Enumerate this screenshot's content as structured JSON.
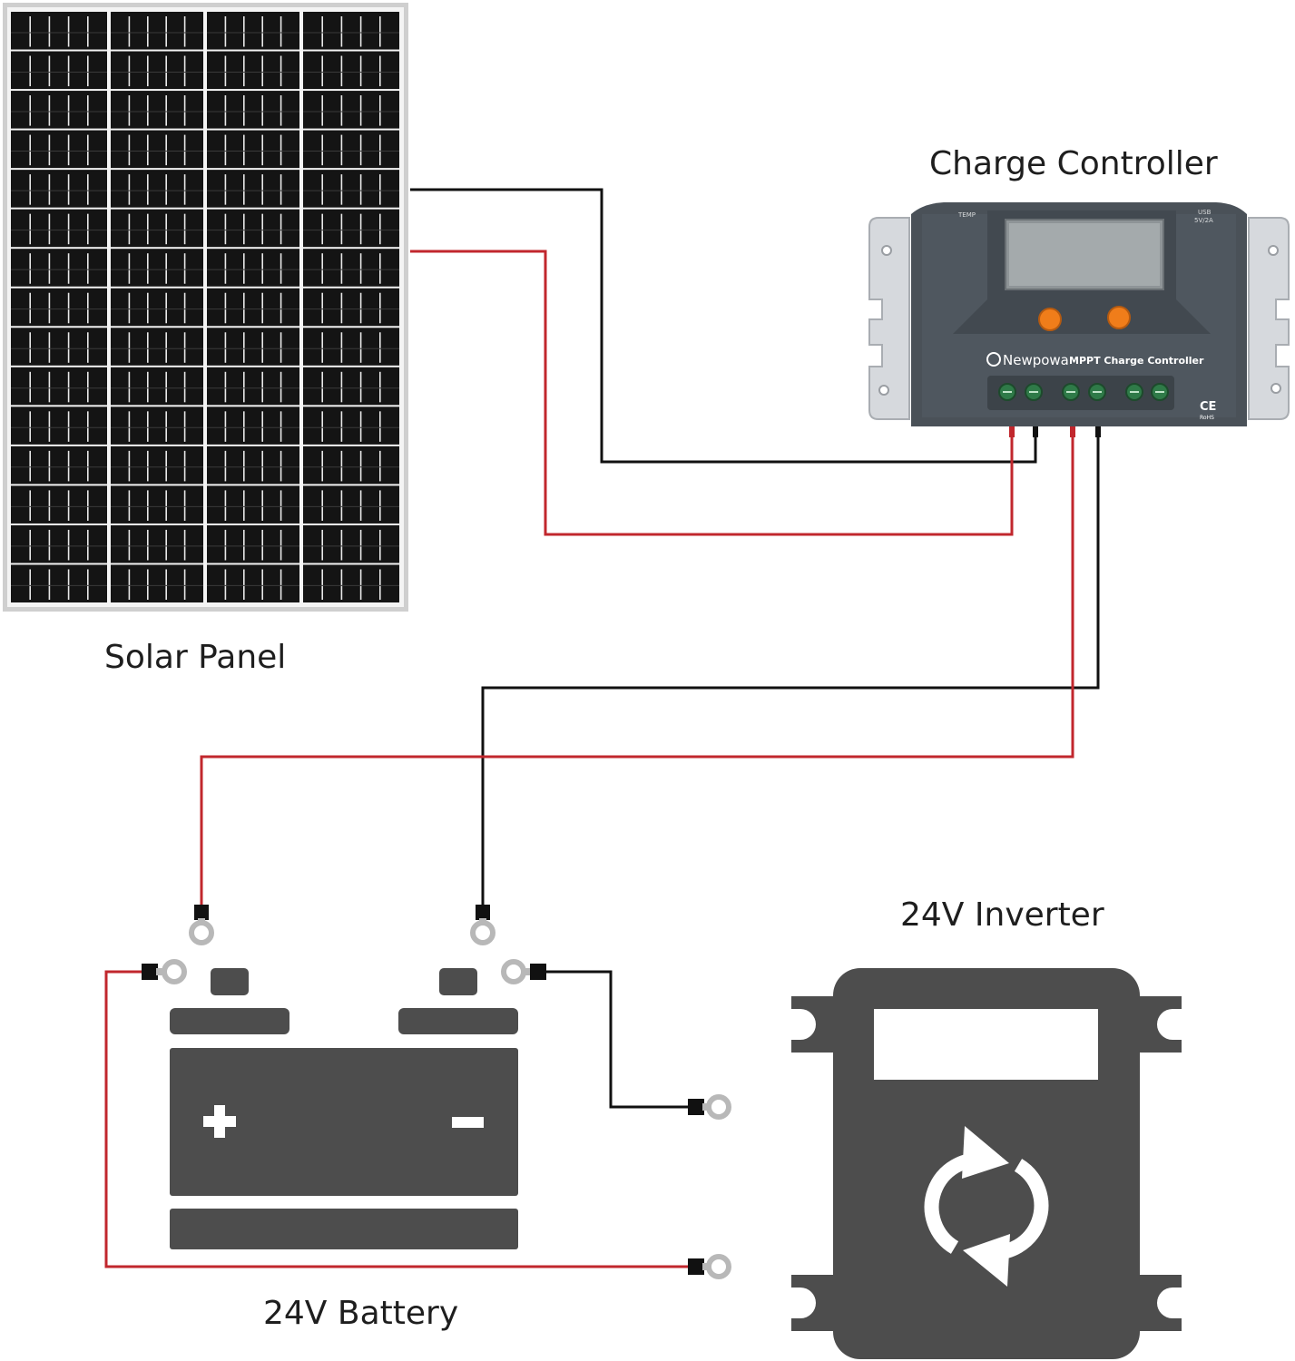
{
  "labels": {
    "solar_panel": "Solar Panel",
    "charge_controller": "Charge Controller",
    "battery": "24V Battery",
    "inverter": "24V Inverter"
  },
  "controller": {
    "brand": "Newpowa",
    "model": "MPPT Charge Controller",
    "temp_label": "TEMP",
    "usb_label_1": "USB",
    "usb_label_2": "5V/2A",
    "cert_ce": "CE",
    "cert_rohs": "RoHS"
  },
  "colors": {
    "positive_wire": "#c1272d",
    "negative_wire": "#111111",
    "device_gray": "#4d4d4d",
    "panel_cell": "#141414",
    "panel_frame": "#c8c8c8",
    "controller_body": "#4a5158",
    "controller_knob": "#f07d1a"
  },
  "icons": {
    "battery_positive": "plus-icon",
    "battery_negative": "minus-icon",
    "inverter_symbol": "refresh-cycle-icon",
    "wire_terminal": "ring-terminal-icon"
  }
}
